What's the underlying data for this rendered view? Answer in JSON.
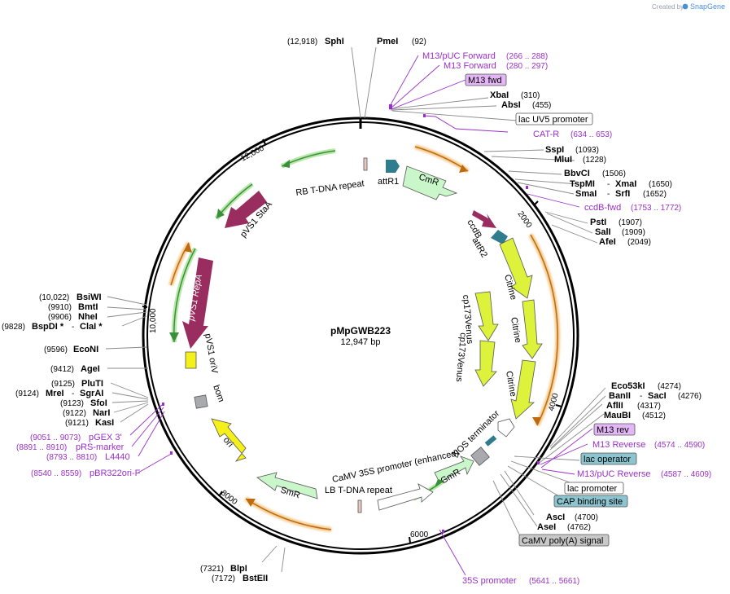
{
  "credit": {
    "prefix": "Created by",
    "brand": "SnapGene"
  },
  "plasmid": {
    "name": "pMpGWB223",
    "length_label": "12,947 bp"
  },
  "ticks": [
    "2000",
    "4000",
    "6000",
    "8000",
    "10,000",
    "12,000"
  ],
  "sites": {
    "sphI": {
      "pos": "(12,918)",
      "name": "SphI"
    },
    "pmeI": {
      "name": "PmeI",
      "pos": "(92)"
    },
    "xbaI": {
      "name": "XbaI",
      "pos": "(310)"
    },
    "absI": {
      "name": "AbsI",
      "pos": "(455)"
    },
    "sspI": {
      "name": "SspI",
      "pos": "(1093)"
    },
    "mluI": {
      "name": "MluI",
      "pos": "(1228)"
    },
    "bbvCI": {
      "name": "BbvCI",
      "pos": "(1506)"
    },
    "tspMI": {
      "name": "TspMI",
      "sep": "- ",
      "name2": "XmaI",
      "pos": "(1650)"
    },
    "smaI": {
      "name": "SmaI",
      "sep": "- ",
      "name2": "SrfI",
      "pos": "(1652)"
    },
    "pstI": {
      "name": "PstI",
      "pos": "(1907)"
    },
    "salI": {
      "name": "SalI",
      "pos": "(1909)"
    },
    "afeI": {
      "name": "AfeI",
      "pos": "(2049)"
    },
    "eco53kI": {
      "name": "Eco53kI",
      "pos": "(4274)"
    },
    "banII": {
      "name": "BanII",
      "sep": "- ",
      "name2": "SacI",
      "pos": "(4276)"
    },
    "aflII": {
      "name": "AflII",
      "pos": "(4317)"
    },
    "mauBI": {
      "name": "MauBI",
      "pos": "(4512)"
    },
    "ascI": {
      "name": "AscI",
      "pos": "(4700)"
    },
    "aseI": {
      "name": "AseI",
      "pos": "(4762)"
    },
    "blpI": {
      "pos": "(7321)",
      "name": "BlpI"
    },
    "bstEII": {
      "pos": "(7172)",
      "name": "BstEII"
    },
    "bsiWI": {
      "pos": "(10,022)",
      "name": "BsiWI"
    },
    "bmtI": {
      "pos": "(9910)",
      "name": "BmtI"
    },
    "nheI": {
      "pos": "(9906)",
      "name": "NheI"
    },
    "bspDI": {
      "pos": "(9828)",
      "name": "BspDI *",
      "sep": "- ",
      "name2": "ClaI *"
    },
    "ecoNI": {
      "pos": "(9596)",
      "name": "EcoNI"
    },
    "ageI": {
      "pos": "(9412)",
      "name": "AgeI"
    },
    "pluTI": {
      "pos": "(9125)",
      "name": "PluTI"
    },
    "mreI": {
      "pos": "(9124)",
      "name": "MreI",
      "sep": "- ",
      "name2": "SgrAI"
    },
    "sfoI": {
      "pos": "(9123)",
      "name": "SfoI"
    },
    "narI": {
      "pos": "(9122)",
      "name": "NarI"
    },
    "kasI": {
      "pos": "(9121)",
      "name": "KasI"
    }
  },
  "primers": {
    "m13pucFwd": {
      "name": "M13/pUC Forward",
      "pos": "(266 .. 288)"
    },
    "m13Fwd": {
      "name": "M13 Forward",
      "pos": "(280 .. 297)"
    },
    "catR": {
      "name": "CAT-R",
      "pos": "(634 .. 653)"
    },
    "ccdBfwd": {
      "name": "ccdB-fwd",
      "pos": "(1753 .. 1772)"
    },
    "m13Rev": {
      "name": "M13 Reverse",
      "pos": "(4574 .. 4590)"
    },
    "m13pucRev": {
      "name": "M13/pUC Reverse",
      "pos": "(4587 .. 4609)"
    },
    "p35S": {
      "name": "35S promoter",
      "pos": "(5641 .. 5661)"
    },
    "pGEX3": {
      "pos": "(9051 .. 9073)",
      "name": "pGEX 3'"
    },
    "pRSmarker": {
      "pos": "(8891 .. 8910)",
      "name": "pRS-marker"
    },
    "l4440": {
      "pos": "(8793 .. 8810)",
      "name": "L4440"
    },
    "pBR322": {
      "pos": "(8540 .. 8559)",
      "name": "pBR322ori-F"
    }
  },
  "boxes": {
    "m13fwd": "M13 fwd",
    "lacUV5": "lac UV5 promoter",
    "m13rev": "M13 rev",
    "lacOperator": "lac operator",
    "lacPromoter": "lac promoter",
    "capSite": "CAP binding site",
    "camvPolyA": "CaMV poly(A) signal"
  },
  "features": {
    "rbRepeat": "RB T-DNA repeat",
    "attR1": "attR1",
    "cmR": "CmR",
    "ccdB": "ccdB",
    "attR2": "attR2",
    "citrine1": "Citrine",
    "citrine2": "Citrine",
    "citrine3": "Citrine",
    "cp173a": "cp173Venus",
    "cp173b": "cp173Venus",
    "nosTerm": "NOS terminator",
    "gmR": "GmR",
    "camv35s": "CaMV 35S promoter (enhanced)",
    "lbRepeat": "LB T-DNA repeat",
    "smR": "SmR",
    "ori": "ori",
    "bom": "bom",
    "pvs1oriV": "pVS1 oriV",
    "pvs1RepA": "pVS1 RepA",
    "pvs1StaA": "pVS1 StaA"
  },
  "colors": {
    "primer": "#9b30c9",
    "orf_arrow": "#e0a040",
    "orf_inner": "#3a8f3a",
    "cmr": "#c9f7c9",
    "citrine": "#ddf23a",
    "pvs1": "#9a2d5f",
    "att": "#2f7c8f",
    "ori": "#f5f01a",
    "lac_op": "#8cc5d0",
    "m13box": "#e3b6f5"
  }
}
